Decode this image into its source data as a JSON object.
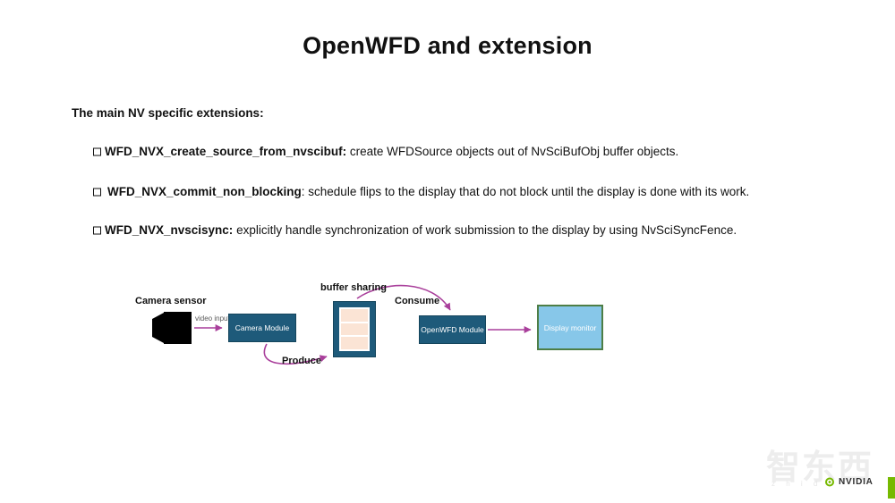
{
  "slide": {
    "title": "OpenWFD and extension",
    "intro": "The main NV specific extensions:",
    "bullets": [
      {
        "term": "WFD_NVX_create_source_from_nvscibuf:",
        "desc": " create WFDSource objects out of NvSciBufObj buffer objects."
      },
      {
        "term": "WFD_NVX_commit_non_blocking",
        "desc": ": schedule flips to the display that do not block until the display is done with its work."
      },
      {
        "term": "WFD_NVX_nvscisync:",
        "desc": " explicitly handle synchronization of work submission to the display by using NvSciSyncFence."
      }
    ]
  },
  "diagram": {
    "camera_sensor_label": "Camera sensor",
    "video_input_label": "video input",
    "camera_module_label": "Camera Module",
    "produce_label": "Produce",
    "buffer_sharing_label": "buffer sharing",
    "consume_label": "Consume",
    "openwfd_module_label": "OpenWFD Module",
    "display_monitor_label": "Display monitor",
    "colors": {
      "module_fill": "#1E5A7A",
      "module_border": "#15455C",
      "display_fill": "#87C7E9",
      "display_border": "#4D7E46",
      "arrow": "#A93F9B",
      "buffer_bar": "#FBE4D5",
      "camera_icon": "#000000"
    }
  },
  "footer": {
    "watermark_cn": "智东西",
    "watermark_en": "z h i d x",
    "nvidia_label": "NVIDIA",
    "accent_green": "#76B900"
  }
}
